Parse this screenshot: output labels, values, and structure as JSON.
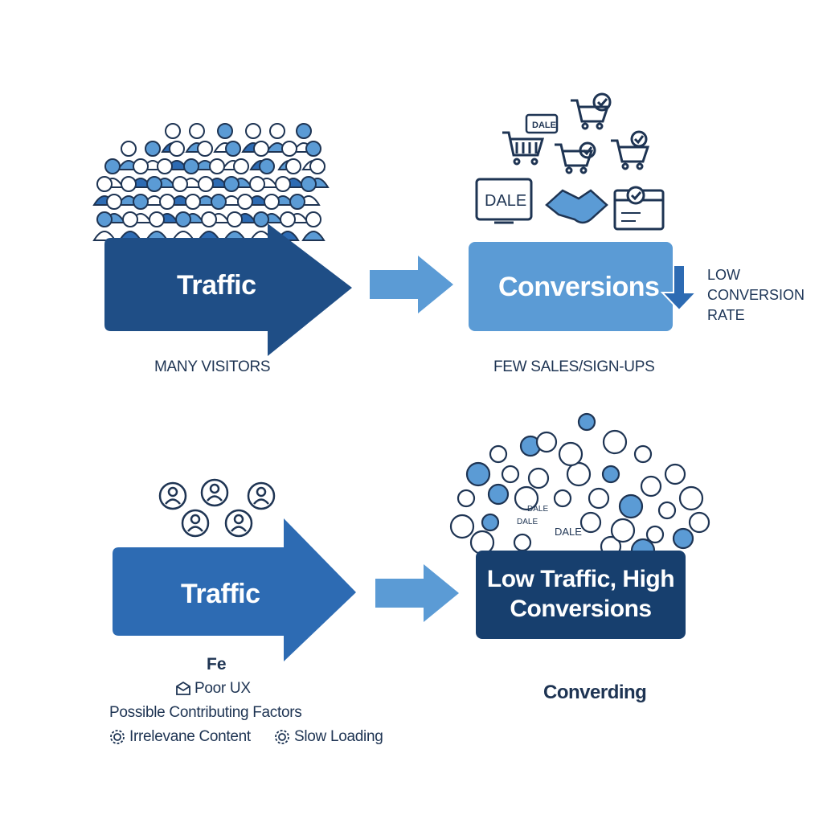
{
  "top_row": {
    "traffic_label": "Traffic",
    "traffic_caption": "MANY VISITORS",
    "conversions_label": "Conversions",
    "conversions_caption": "FEW SALES/SIGN-UPS",
    "side_note": [
      "LOW",
      "CONVERSION",
      "RATE"
    ],
    "icon_tags": {
      "sale_tag": "DALE",
      "screen_label": "DALE"
    }
  },
  "bottom_row": {
    "traffic_label": "Traffic",
    "result_label_line1": "Low Traffic, High",
    "result_label_line2": "Conversions",
    "result_caption": "Converding",
    "fe_text": "Fe",
    "factors_heading": "Possible Contributing Factors",
    "factors": [
      {
        "label": "Poor UX",
        "icon": "envelope-icon"
      },
      {
        "label": "Irrelevane Content",
        "icon": "gear-icon"
      },
      {
        "label": "Slow Loading",
        "icon": "gear-icon"
      }
    ],
    "icon_tags": {
      "tag1": "DALE",
      "tag2": "DALE",
      "tag3": "DALE"
    }
  },
  "colors": {
    "dark_blue": "#1f4e86",
    "mid_blue": "#2d6bb3",
    "light_blue": "#5b9bd5",
    "navy_box": "#173f6e"
  }
}
